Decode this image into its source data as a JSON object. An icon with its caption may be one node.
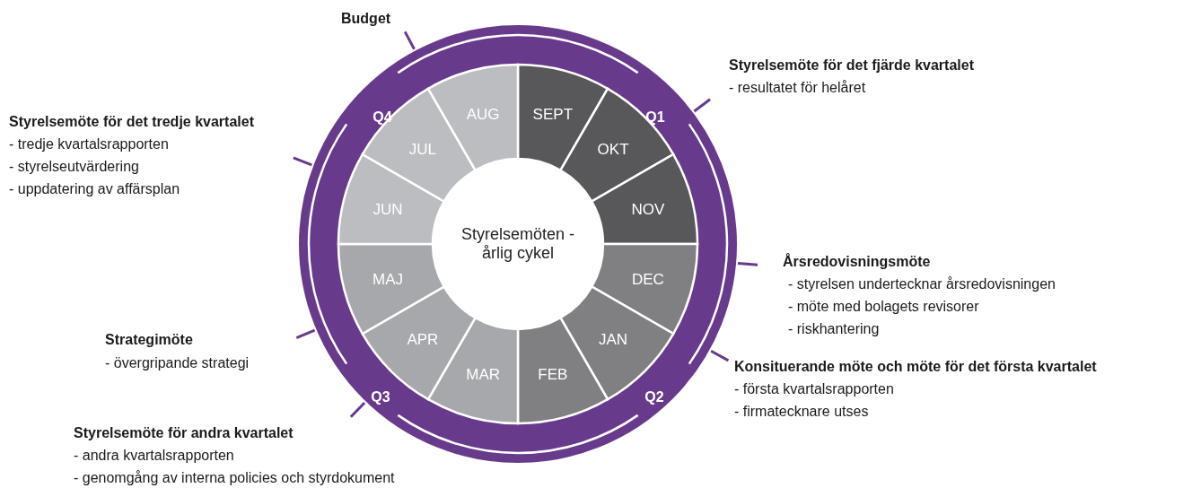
{
  "diagram": {
    "nodes": [
      {
        "text": [
          "SEPT"
        ]
      },
      {
        "text": [
          "OKT"
        ]
      },
      {
        "text": [
          "NOV"
        ]
      },
      {
        "text": [
          "DEC"
        ]
      },
      {
        "text": [
          "JAN"
        ]
      },
      {
        "text": [
          "FEB"
        ]
      },
      {
        "text": [
          "MAR"
        ]
      },
      {
        "text": [
          "APR"
        ]
      },
      {
        "text": [
          "MAJ"
        ]
      },
      {
        "text": [
          "JUN"
        ]
      },
      {
        "text": [
          "JUL"
        ]
      },
      {
        "text": [
          "AUG"
        ]
      },
      {
        "text": [
          "Styrelsemöten - årlig cykel"
        ]
      }
    ],
    "edges": [],
    "labels": [
      "Budget",
      "Styrelsemöte för det fjärde kvartalet",
      "- resultatet för helåret",
      "Styrelsemöte för det tredje kvartalet",
      "- tredje kvartalsrapporten",
      "- styrelseutvärdering",
      "- uppdatering av affärsplan",
      "Q4",
      "Q1",
      "Årsredovisningsmöte",
      "- styrelsen undertecknar årsredovisningen",
      "- möte med bolagets revisorer",
      "- riskhantering",
      "Strategimöte",
      "- övergripande strategi",
      "Konsituerande möte och möte för det första kvartalet",
      "- första kvartalsrapporten",
      "- firmatecknare utses",
      "Q3",
      "Q2",
      "Styrelsemöte för andra kvartalet",
      "- andra kvartalsrapporten",
      "- genomgång av interna policies och styrdokument"
    ]
  }
}
